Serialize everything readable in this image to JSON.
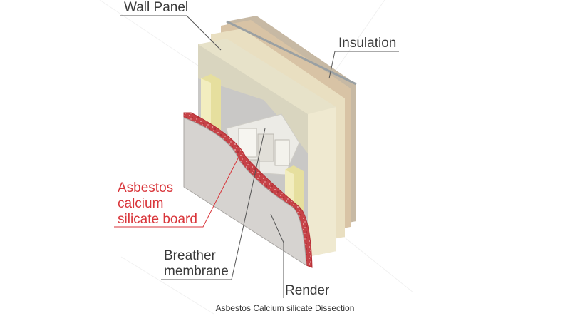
{
  "labels": {
    "wall_panel": "Wall Panel",
    "insulation": "Insulation",
    "asbestos_1": "Asbestos",
    "asbestos_2": "calcium",
    "asbestos_3": "silicate board",
    "breather_1": "Breather",
    "breather_2": "membrane",
    "render": "Render"
  },
  "caption": "Asbestos Calcium silicate Dissection",
  "colors": {
    "asbestos_label": "#d9363b",
    "label_text": "#3a3a3a",
    "leader_line": "#555555",
    "board_edge": "#c0393d",
    "render_face": "#d6d3d0",
    "membrane": "#c9c8c6",
    "wall_panel": "#e7e2c9",
    "insulation_edge": "#d8c3a5",
    "stud": "#ece6b6"
  }
}
